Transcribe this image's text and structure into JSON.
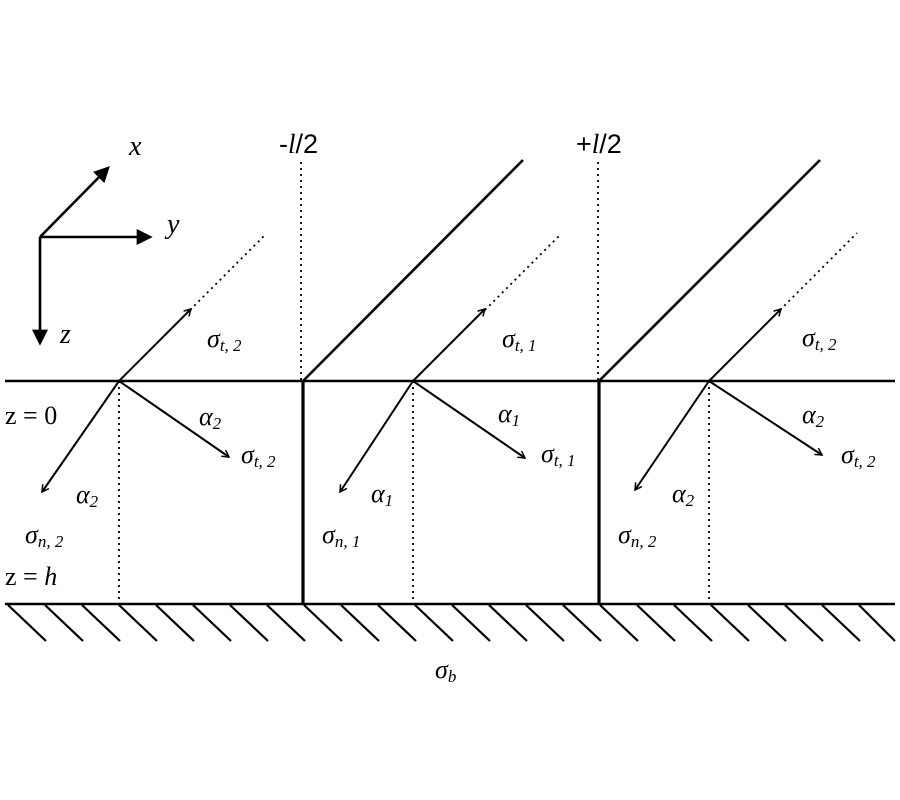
{
  "axes": {
    "x_label": "x",
    "y_label": "y",
    "z_label": "z"
  },
  "boundaries": {
    "top": "z = 0",
    "bottom_prefix": "z = ",
    "bottom_var": "h"
  },
  "positions": {
    "left_minus": "-",
    "left_var": "l",
    "left_suffix": "/2",
    "right_plus": "+",
    "right_var": "l",
    "right_suffix": "/2"
  },
  "labels": {
    "sigma": "σ",
    "alpha": "α",
    "t2": "t, 2",
    "t1": "t, 1",
    "n2": "n, 2",
    "n1": "n, 1",
    "one": "1",
    "two": "2",
    "b": "b"
  }
}
